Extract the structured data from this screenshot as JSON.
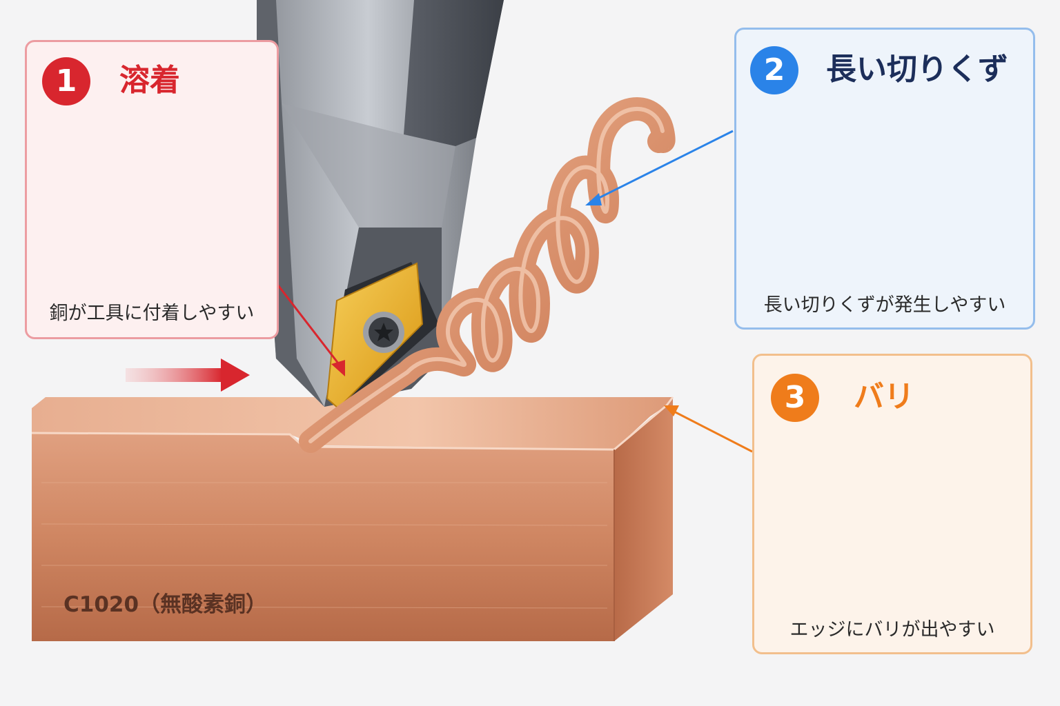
{
  "material": {
    "label": "C1020（無酸素銅）"
  },
  "callouts": [
    {
      "number": "1",
      "title": "溶着",
      "caption": "銅が工具に付着しやすい",
      "color": "#d8262e"
    },
    {
      "number": "2",
      "title": "長い切りくず",
      "caption": "長い切りくずが発生しやすい",
      "color": "#2a83e8"
    },
    {
      "number": "3",
      "title": "バリ",
      "caption": "エッジにバリが出やすい",
      "color": "#ef7c1b"
    }
  ],
  "colors": {
    "copper": "#cf8662",
    "tool_steel": "#7b7f86",
    "insert": "#e6a91a",
    "feed_arrow": "#d8262e"
  },
  "icons": [
    "feed-direction-arrow",
    "screw-icon"
  ]
}
